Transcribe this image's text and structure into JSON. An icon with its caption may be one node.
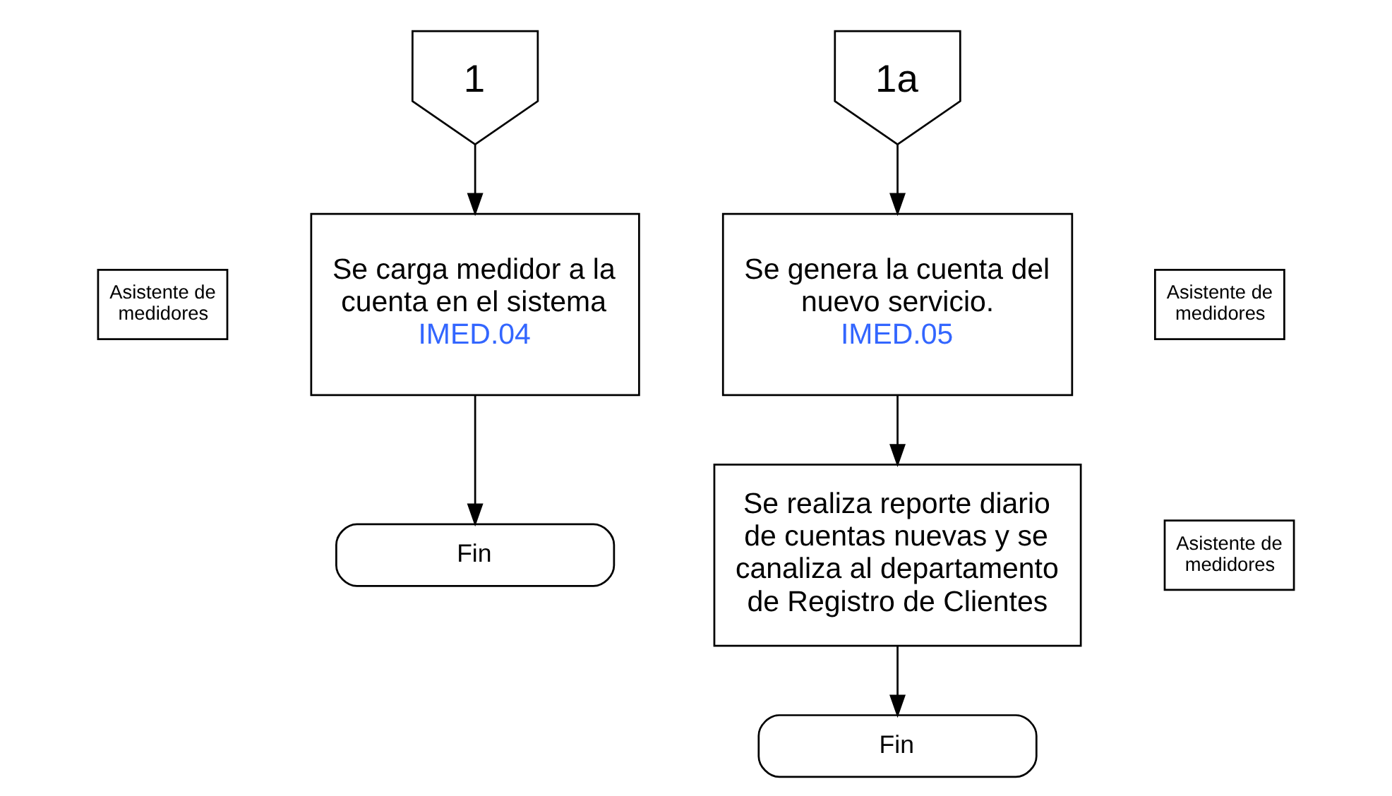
{
  "diagram": {
    "nodes": [
      {
        "text": [
          "Asistente de medidores"
        ]
      },
      {
        "text": [
          "1"
        ]
      },
      {
        "text": [
          "Se carga medidor a la cuenta en el sistema",
          "IMED.04"
        ]
      },
      {
        "text": [
          "Fin"
        ]
      },
      {
        "text": [
          "1a"
        ]
      },
      {
        "text": [
          "Se genera la cuenta del nuevo servicio.",
          "IMED.05"
        ]
      },
      {
        "text": [
          "Se realiza reporte diario de cuentas nuevas y se canaliza al departamento de Registro de Clientes"
        ]
      },
      {
        "text": [
          "Fin"
        ]
      },
      {
        "text": [
          "Asistente de medidores"
        ]
      },
      {
        "text": [
          "Asistente de medidores"
        ]
      }
    ],
    "edges": [
      {
        "from": 1,
        "to": 2,
        "arrow": "to"
      },
      {
        "from": 2,
        "to": 3,
        "arrow": "to"
      },
      {
        "from": 4,
        "to": 5,
        "arrow": "to"
      },
      {
        "from": 5,
        "to": 6,
        "arrow": "to"
      },
      {
        "from": 6,
        "to": 7,
        "arrow": "to"
      }
    ]
  }
}
